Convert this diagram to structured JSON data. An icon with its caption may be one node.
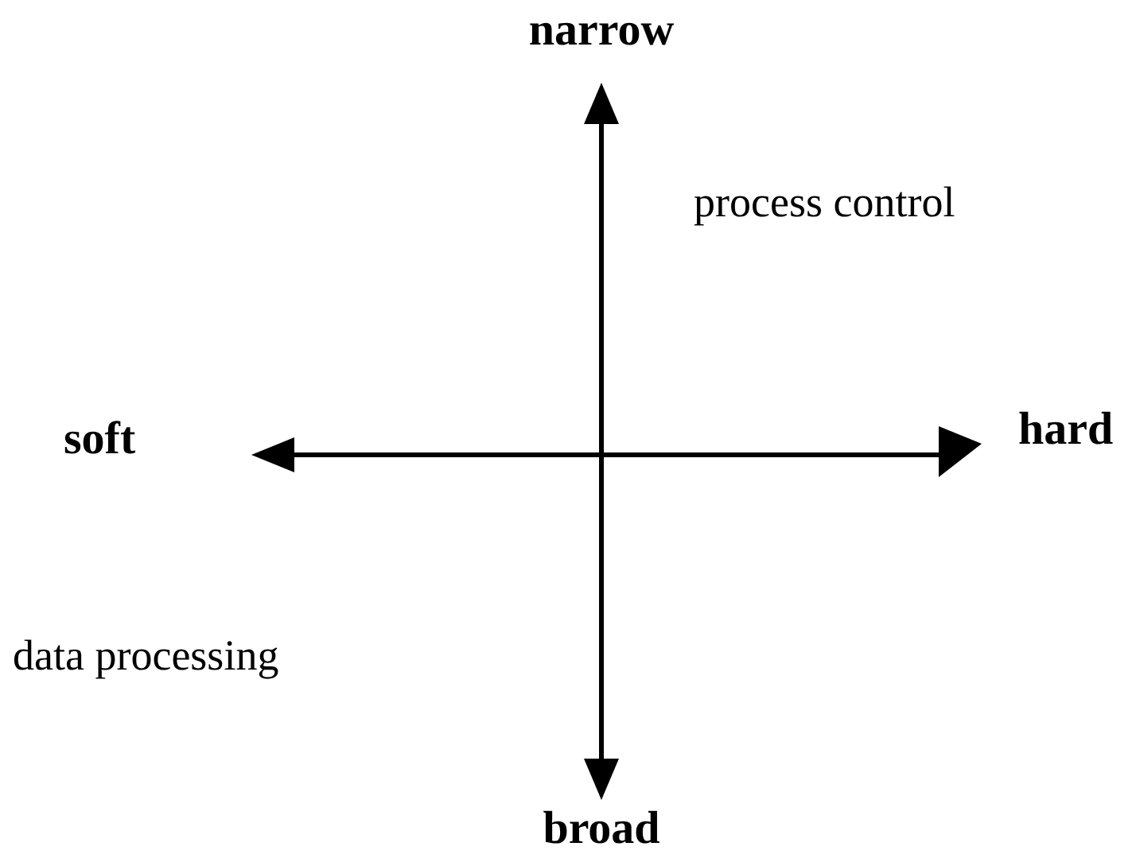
{
  "diagram": {
    "labels": [
      "narrow",
      "process control",
      "soft",
      "hard",
      "data processing",
      "broad"
    ]
  }
}
